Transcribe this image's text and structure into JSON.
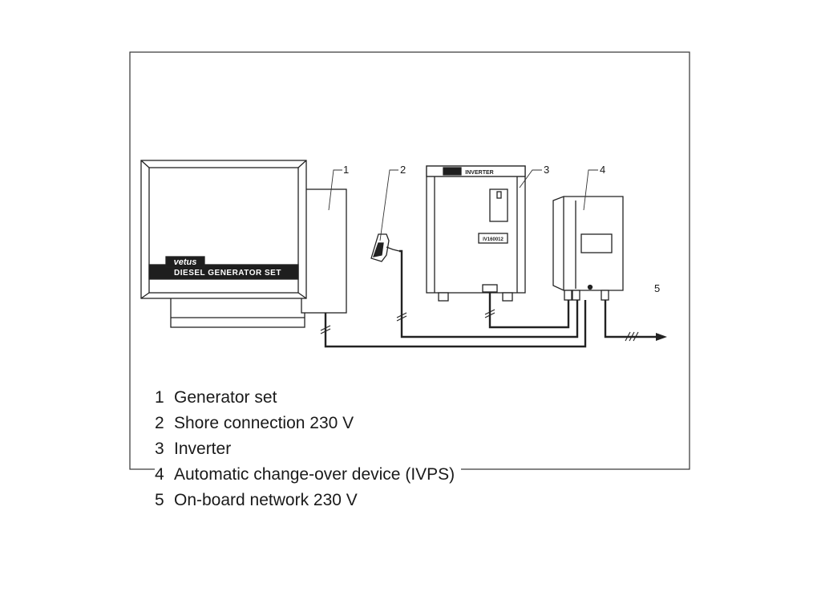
{
  "brand": {
    "logo": "vetus",
    "panel_text": "DIESEL GENERATOR SET",
    "inverter_header": "INVERTER",
    "inverter_model_plate": "IV160012"
  },
  "callouts": [
    "1",
    "2",
    "3",
    "4",
    "5"
  ],
  "legend": [
    {
      "num": "1",
      "label": "Generator set"
    },
    {
      "num": "2",
      "label": "Shore connection 230 V"
    },
    {
      "num": "3",
      "label": "Inverter"
    },
    {
      "num": "4",
      "label": "Automatic change-over device (IVPS)"
    },
    {
      "num": "5",
      "label": "On-board network 230 V"
    }
  ]
}
